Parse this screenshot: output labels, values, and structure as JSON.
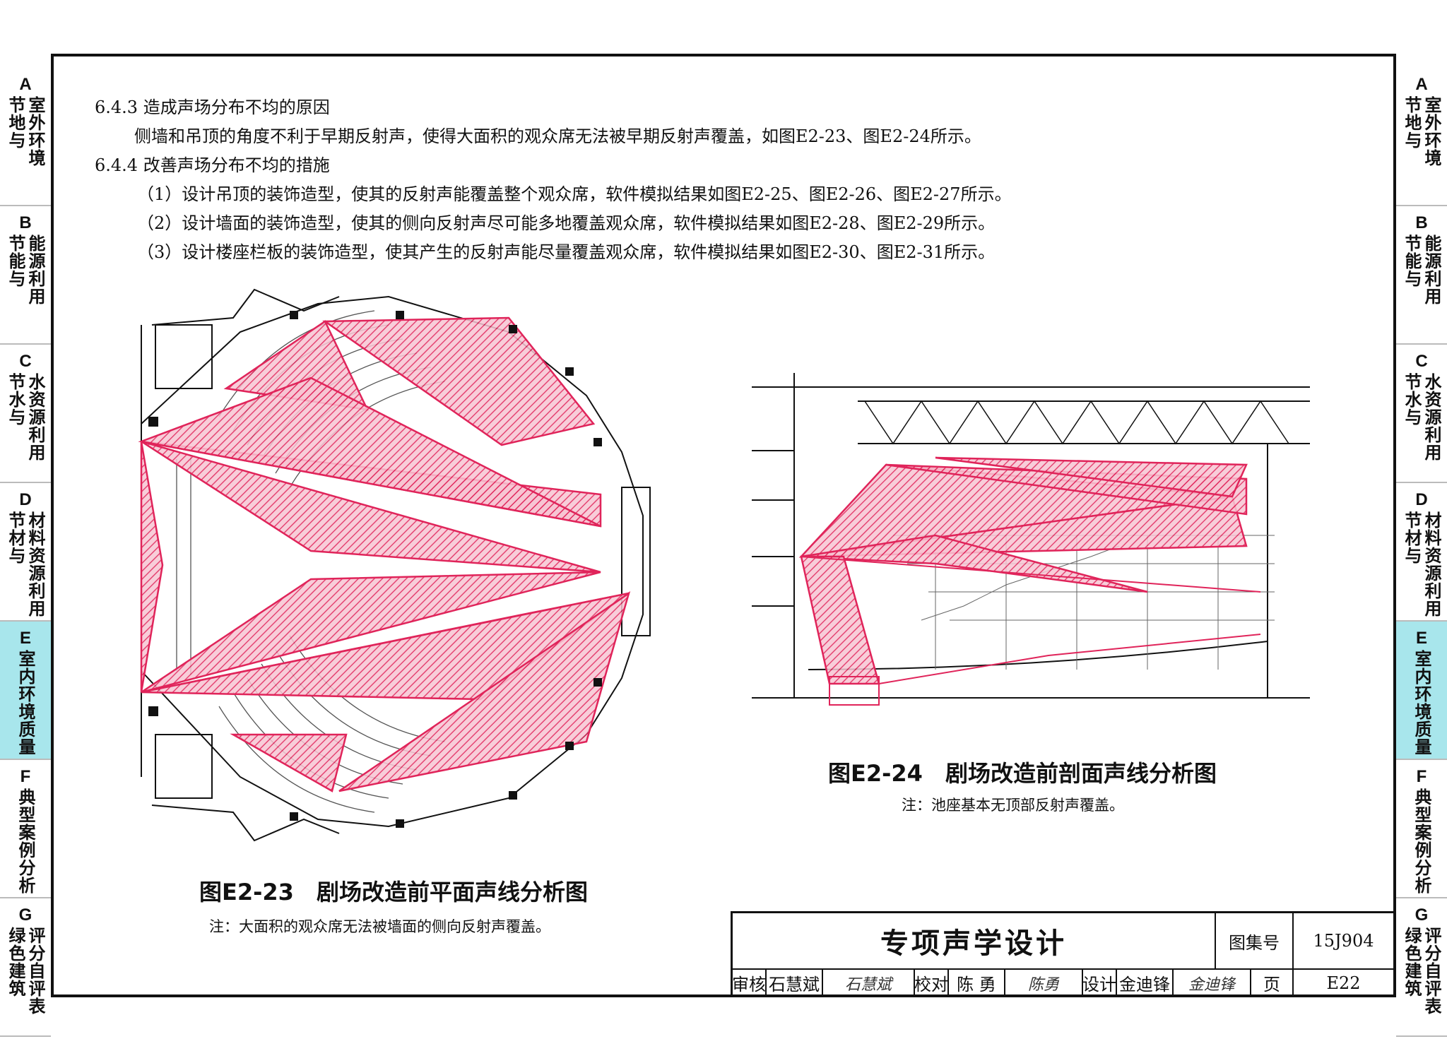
{
  "side_tabs": [
    {
      "letter": "A",
      "col1": "室外环境",
      "col2": "节地与"
    },
    {
      "letter": "B",
      "col1": "能源利用",
      "col2": "节能与"
    },
    {
      "letter": "C",
      "col1": "水资源利用",
      "col2": "节水与"
    },
    {
      "letter": "D",
      "col1": "材料资源利用",
      "col2": "节材与"
    },
    {
      "letter": "E",
      "col1": "室内环境质量",
      "col2": ""
    },
    {
      "letter": "F",
      "col1": "典型案例分析",
      "col2": ""
    },
    {
      "letter": "G",
      "col1": "评分自评表",
      "col2": "绿色建筑"
    }
  ],
  "active_tab": "E",
  "text": {
    "h643": "6.4.3 造成声场分布不均的原因",
    "p643": "侧墙和吊顶的角度不利于早期反射声，使得大面积的观众席无法被早期反射声覆盖，如图E2-23、图E2-24所示。",
    "h644": "6.4.4 改善声场分布不均的措施",
    "m1": "（1）设计吊顶的装饰造型，使其的反射声能覆盖整个观众席，软件模拟结果如图E2-25、图E2-26、图E2-27所示。",
    "m2": "（2）设计墙面的装饰造型，使其的侧向反射声尽可能多地覆盖观众席，软件模拟结果如图E2-28、图E2-29所示。",
    "m3": "（3）设计楼座栏板的装饰造型，使其产生的反射声能尽量覆盖观众席，软件模拟结果如图E2-30、图E2-31所示。"
  },
  "figures": {
    "fig23_caption": "图E2-23　剧场改造前平面声线分析图",
    "fig23_note": "注：大面积的观众席无法被墙面的侧向反射声覆盖。",
    "fig24_caption": "图E2-24　剧场改造前剖面声线分析图",
    "fig24_note": "注：池座基本无顶部反射声覆盖。"
  },
  "title_block": {
    "title": "专项声学设计",
    "atlas_label": "图集号",
    "atlas_no": "15J904",
    "review_label": "审核",
    "review_name": "石慧斌",
    "review_sig": "石慧斌",
    "check_label": "校对",
    "check_name": "陈 勇",
    "check_sig": "陈勇",
    "design_label": "设计",
    "design_name": "金迪锋",
    "design_sig": "金迪锋",
    "page_label": "页",
    "page_no": "E22"
  },
  "colors": {
    "ray": "#e0245a",
    "ink": "#111111",
    "active_tab": "#a8e6ec"
  }
}
